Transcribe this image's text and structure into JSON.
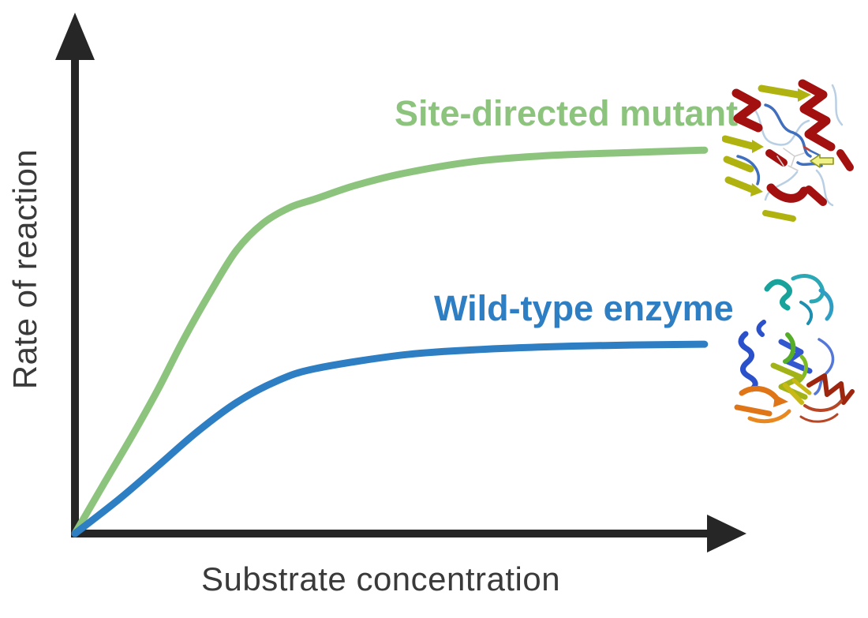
{
  "figure": {
    "background": "#ffffff",
    "axis_color": "#262626",
    "text_color": "#3a3a3a"
  },
  "chart_data": {
    "type": "line",
    "title": "",
    "xlabel": "Substrate concentration",
    "ylabel": "Rate of reaction",
    "xlim": [
      0,
      100
    ],
    "ylim": [
      0,
      100
    ],
    "grid": false,
    "ticks": "none",
    "axis_style": "thick arrows, qualitative (no tick labels)",
    "legend_position": "inline labels above each curve",
    "series": [
      {
        "name": "Site-directed mutant",
        "color": "#8dc47d",
        "x": [
          0,
          4.7,
          8.9,
          13.0,
          17.0,
          21.2,
          25.3,
          29.4,
          33.6,
          37.7,
          43.8,
          51.2,
          62.3,
          74.7,
          87.0,
          98.5
        ],
        "y": [
          0,
          13.0,
          24.4,
          36.2,
          48.7,
          60.6,
          71.1,
          77.8,
          81.8,
          84.0,
          87.3,
          90.3,
          93.3,
          94.9,
          95.6,
          96.2
        ]
      },
      {
        "name": "Wild-type enzyme",
        "color": "#2e7ec4",
        "x": [
          0,
          6.8,
          13.0,
          19.1,
          25.3,
          31.5,
          37.7,
          51.2,
          62.3,
          74.7,
          87.0,
          98.5
        ],
        "y": [
          0,
          8.5,
          17.0,
          25.5,
          32.9,
          38.2,
          41.4,
          44.8,
          46.1,
          46.9,
          47.3,
          47.5
        ]
      }
    ]
  },
  "icons": {
    "active_site_arrow": "left-pointing yellow arrow marking mutated active-site residue"
  }
}
